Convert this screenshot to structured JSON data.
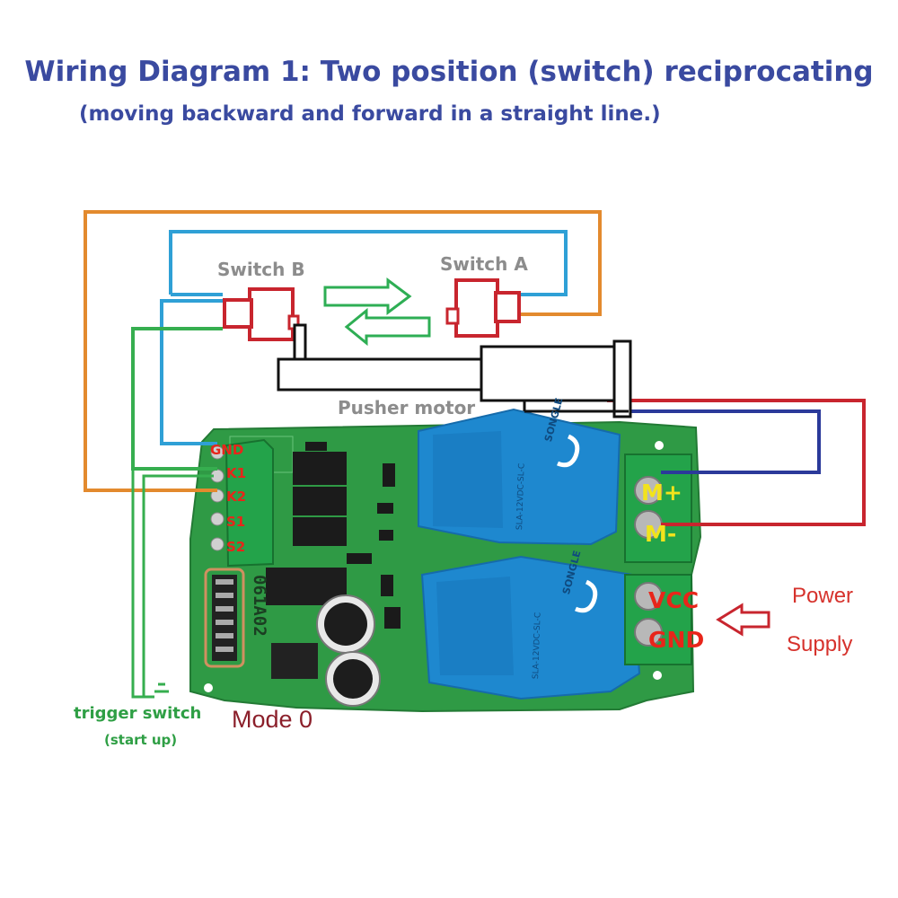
{
  "title": "Wiring Diagram 1: Two position (switch) reciprocating",
  "subtitle": "(moving backward and forward in a straight line.)",
  "switch_b_label": "Switch B",
  "switch_a_label": "Switch A",
  "pusher_label": "Pusher motor",
  "terminals_left": [
    "GND",
    "K1",
    "K2",
    "S1",
    "S2"
  ],
  "motor_terminals": [
    "M+",
    "M-"
  ],
  "power_terminals": [
    "VCC",
    "GND"
  ],
  "power_label_line1": "Power",
  "power_label_line2": "Supply",
  "mode_label": "Mode 0",
  "trigger_label": "trigger switch",
  "trigger_sub": "(start up)",
  "board_code": "061A02",
  "relay_brand": "SONGLE",
  "relay1_model": "SLA-12VDC-SL-C",
  "relay2_model": "SLA-12VDC-SL-C",
  "colors": {
    "title": "#3a4aa0",
    "wire_orange": "#e38a2e",
    "wire_blue": "#2fa0d6",
    "wire_green": "#36ae4f",
    "wire_red": "#c8252e",
    "wire_navy": "#2b3a9a",
    "board_green": "#2f9a45",
    "relay_blue": "#1e88cf",
    "switch_red": "#c8252e",
    "arrow_green": "#2eae54"
  }
}
